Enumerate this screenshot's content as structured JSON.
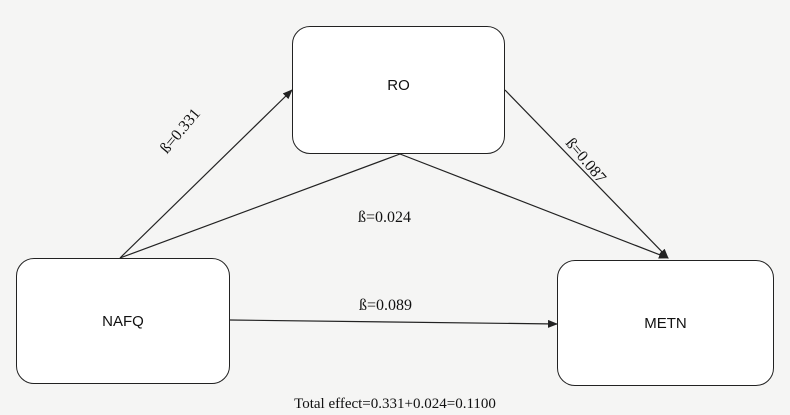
{
  "nodes": {
    "ro": "RO",
    "nafq": "NAFQ",
    "metn": "METN"
  },
  "edges": {
    "nafq_to_ro": "ß=0.331",
    "ro_to_metn": "ß=0.087",
    "nafq_ro_metn": "ß=0.024",
    "nafq_to_metn": "ß=0.089"
  },
  "footer": {
    "total_effect": "Total effect=0.331+0.024=0.1100"
  },
  "colors": {
    "background": "#f5f5f4",
    "box_fill": "#ffffff",
    "line": "#222222"
  }
}
